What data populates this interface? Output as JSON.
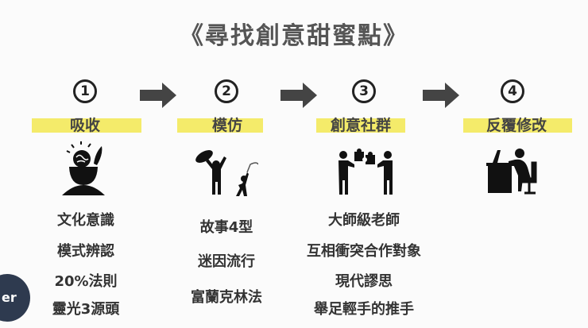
{
  "title": "《尋找創意甜蜜點》",
  "steps": [
    {
      "number": "1",
      "label": "吸收",
      "items": [
        "文化意識",
        "模式辨認",
        "20%法則",
        "靈光3源頭"
      ]
    },
    {
      "number": "2",
      "label": "模仿",
      "items": [
        "故事4型",
        "迷因流行",
        "富蘭克林法"
      ]
    },
    {
      "number": "3",
      "label": "創意社群",
      "items": [
        "大師級老師",
        "互相衝突合作對象",
        "現代謬思",
        "舉足輕手的推手"
      ]
    },
    {
      "number": "4",
      "label": "反覆修改",
      "items": []
    }
  ],
  "badge": "er",
  "colors": {
    "highlight": "#f4eb6a",
    "arrow": "#444444",
    "badge": "#2e3a4f"
  }
}
